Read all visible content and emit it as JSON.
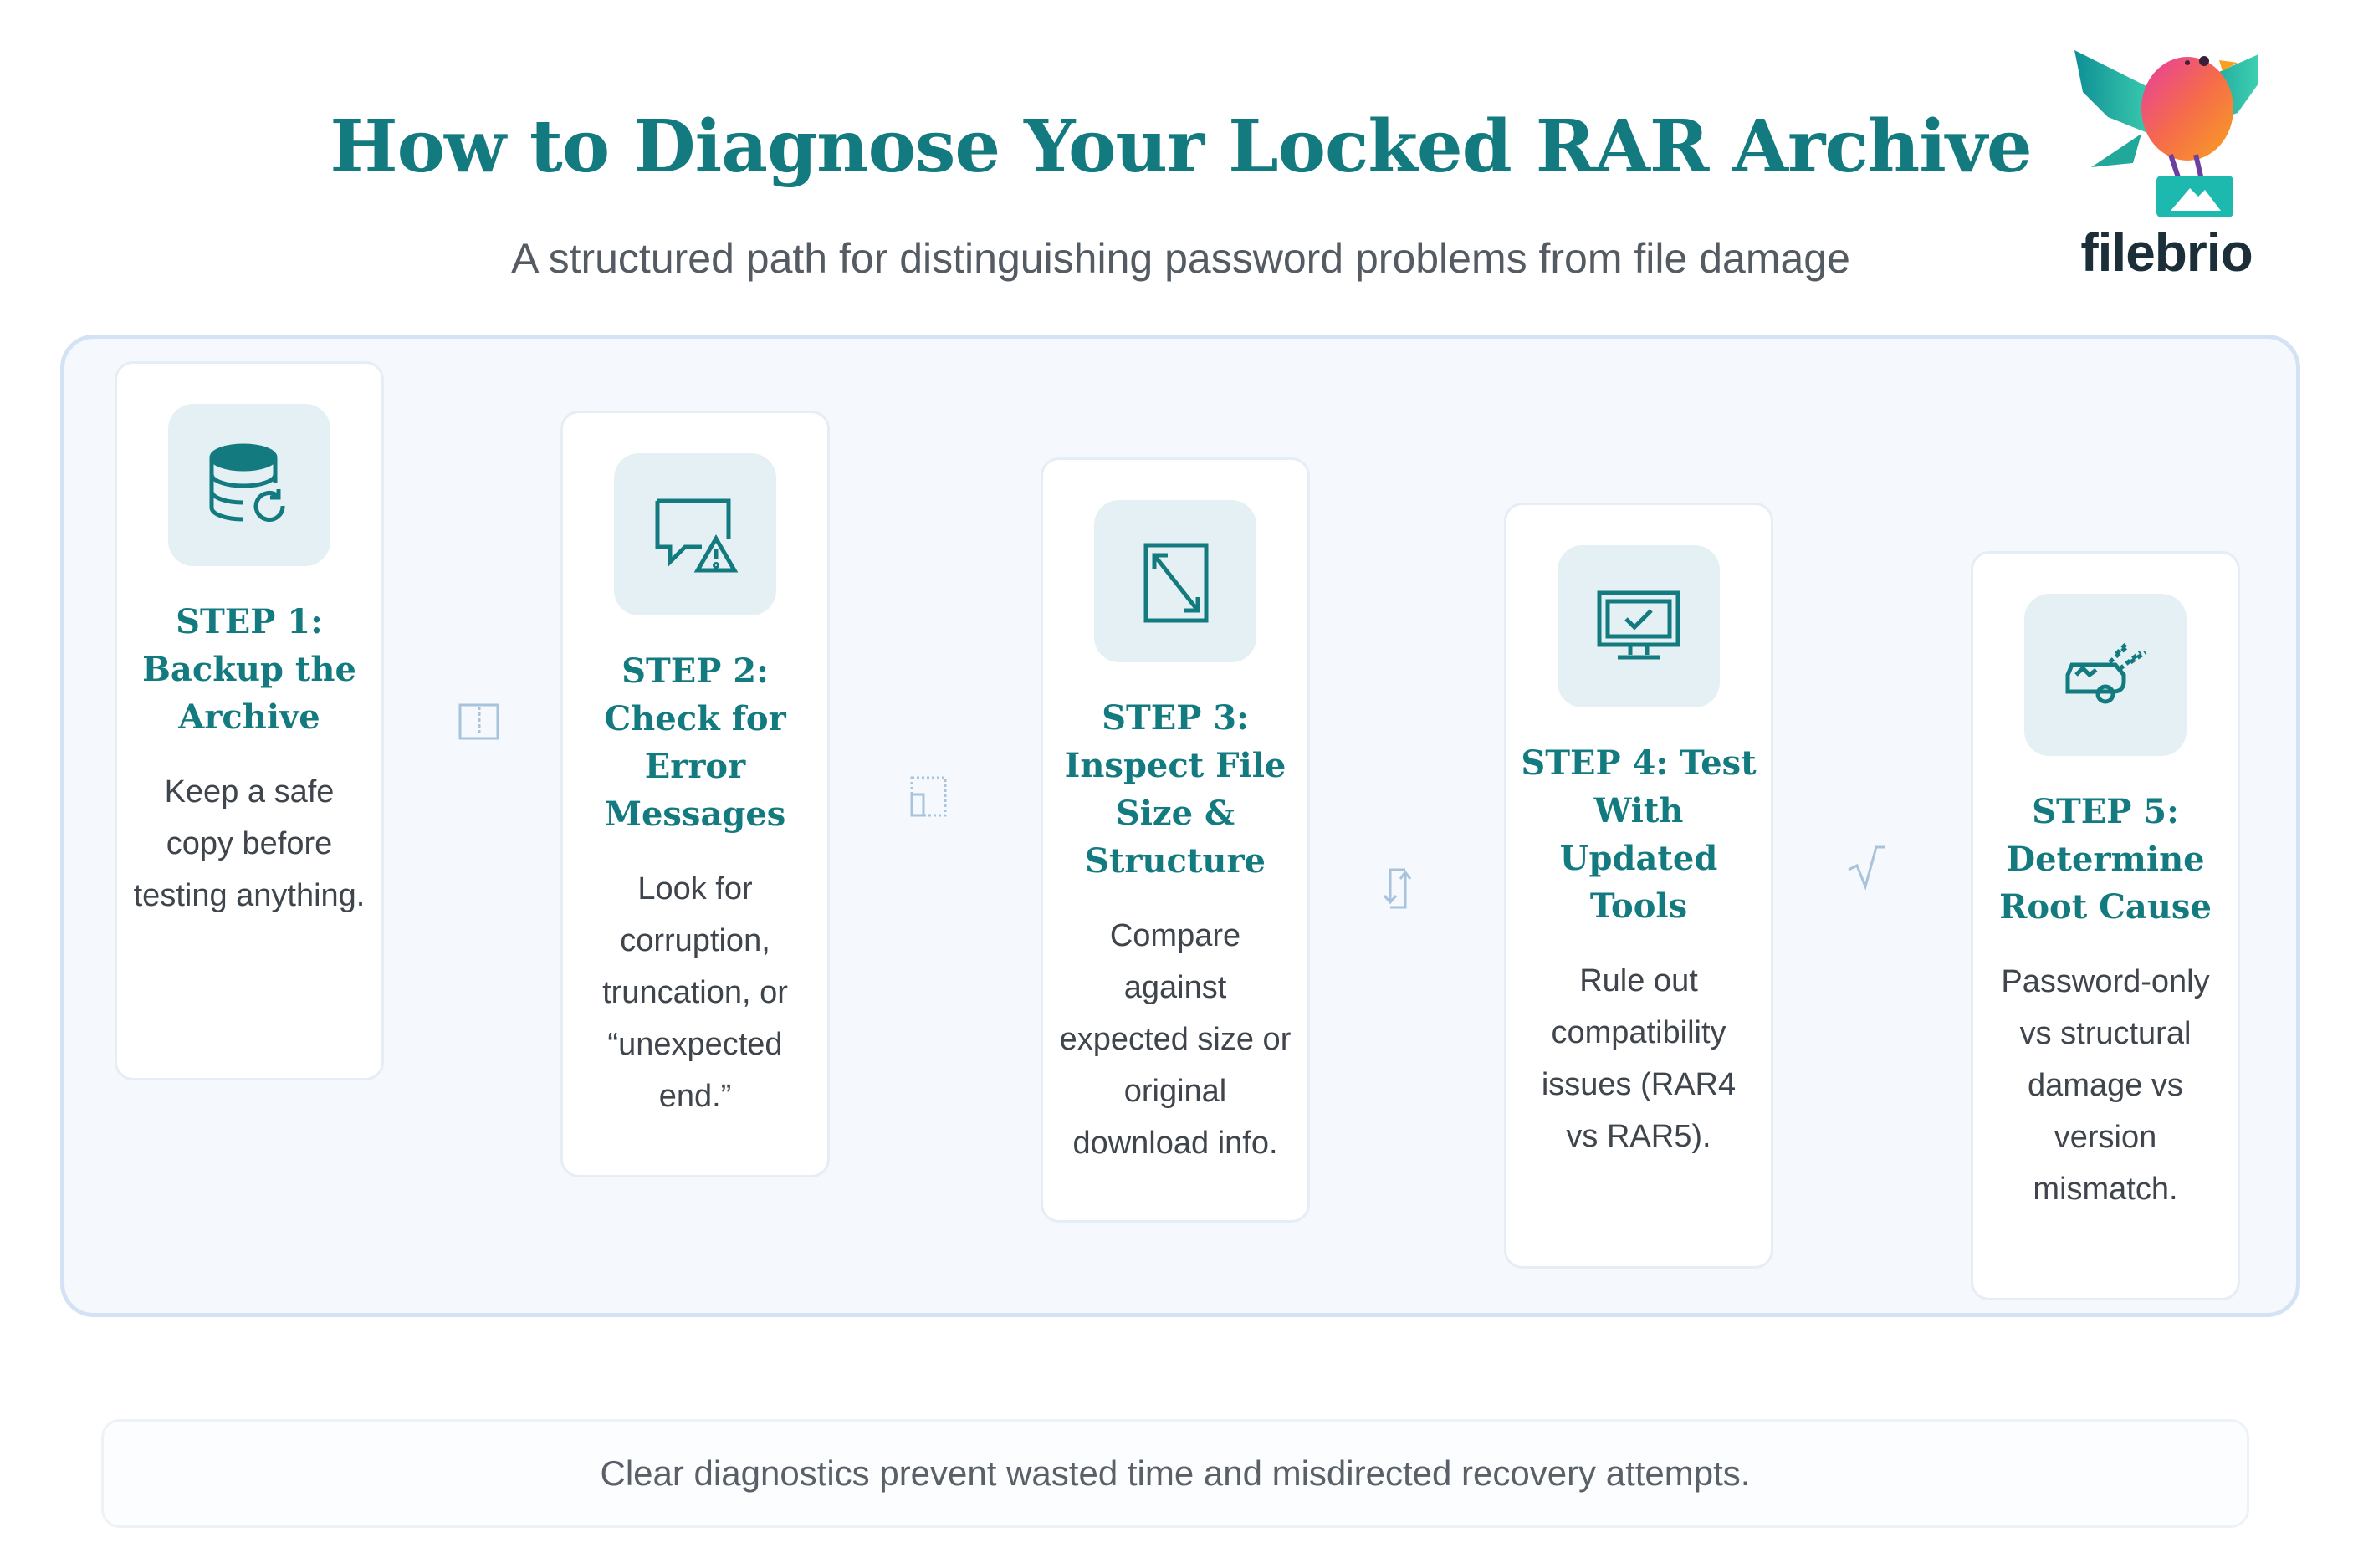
{
  "header": {
    "title": "How to Diagnose Your Locked RAR Archive",
    "subtitle": "A structured path for distinguishing password problems from file damage"
  },
  "logo": {
    "text": "filebrio"
  },
  "steps": [
    {
      "title": "STEP 1: Backup the Archive",
      "description": "Keep a safe copy before testing anything.",
      "icon": "database-refresh-icon"
    },
    {
      "title": "STEP 2: Check for Error Messages",
      "description": "Look for corruption, truncation, or “unexpected end.”",
      "icon": "message-warning-icon"
    },
    {
      "title": "STEP 3: Inspect File Size & Structure",
      "description": "Compare against expected size or original download info.",
      "icon": "resize-diagonal-icon"
    },
    {
      "title": "STEP 4: Test With Updated Tools",
      "description": "Rule out compatibility issues (RAR4 vs RAR5).",
      "icon": "monitor-check-icon"
    },
    {
      "title": "STEP 5: Determine Root Cause",
      "description": "Password-only vs structural damage vs version mismatch.",
      "icon": "car-crash-icon"
    }
  ],
  "footer": {
    "text": "Clear diagnostics prevent wasted time and misdirected recovery attempts."
  }
}
